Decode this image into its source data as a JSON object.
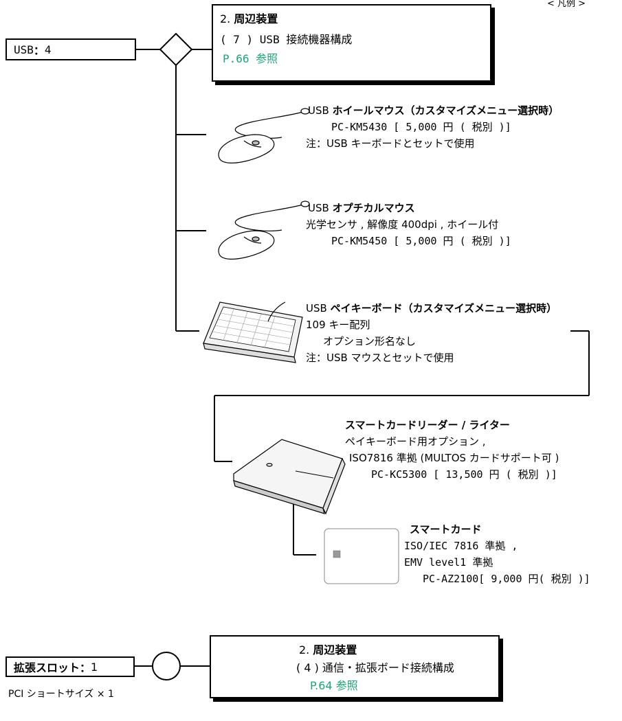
{
  "legend": "< 凡例 >",
  "usb": {
    "port_label": "USB",
    "port_sep": "：",
    "port_count": "4",
    "ref": {
      "num": "2.",
      "title": "周辺装置",
      "sub": "( 7 ) USB 接続機器構成",
      "link": "P.66 参照"
    },
    "devices": [
      {
        "name_prefix": "USB",
        "name": "ホイールマウス（カスタマイズメニュー選択時）",
        "lines": [
          "PC-KM5430 [ 5,000 円 ( 税別 )]",
          "注：USB キーボードとセットで使用"
        ]
      },
      {
        "name_prefix": "USB",
        "name": "オプチカルマウス",
        "lines": [
          "光学センサ , 解像度 400dpi , ホイール付",
          "PC-KM5450 [ 5,000 円 ( 税別 )]"
        ]
      },
      {
        "name_prefix": "USB",
        "name": "ペイキーボード（カスタマイズメニュー選択時）",
        "lines": [
          "109 キー配列",
          "オプション形名なし",
          "注：USB マウスとセットで使用"
        ]
      }
    ],
    "reader": {
      "name": "スマートカードリーダー / ライター",
      "lines": [
        "ペイキーボード用オプション ,",
        "ISO7816 準拠 (MULTOS カードサポート可 )",
        "PC-KC5300 [ 13,500 円 ( 税別 )]"
      ]
    },
    "card": {
      "name": "スマートカード",
      "lines": [
        "ISO/IEC 7816 準拠 ,",
        "EMV level1 準拠",
        "PC-AZ2100[ 9,000 円( 税別 )]"
      ]
    }
  },
  "slot": {
    "label": "拡張スロット",
    "sep": "：",
    "count": "1",
    "note": "PCI ショートサイズ × 1",
    "ref": {
      "num": "2.",
      "title": "周辺装置",
      "sub": "( 4 ) 通信・拡張ボード接続構成",
      "link": "P.64 参照"
    }
  }
}
